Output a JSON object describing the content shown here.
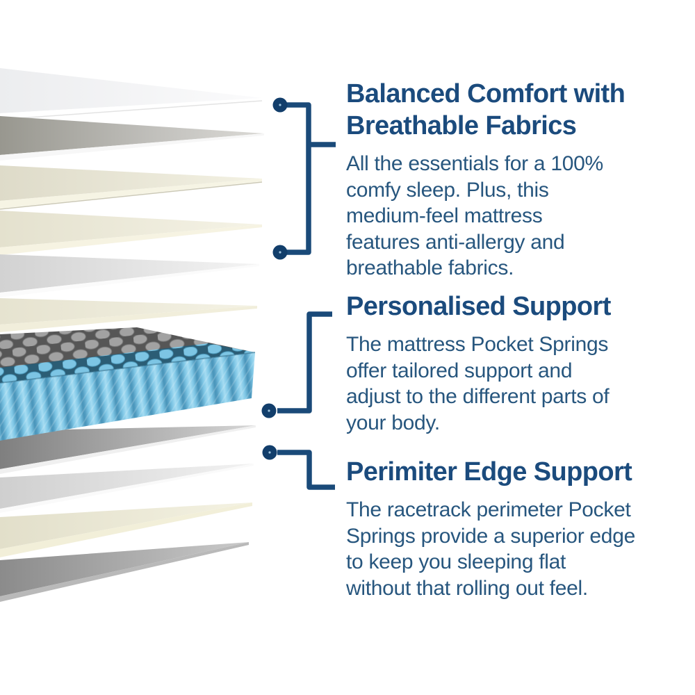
{
  "colors": {
    "background": "#FFFFFF",
    "heading_navy": "#1B4B7D",
    "body_navy": "#27567E",
    "connector_navy": "#1A4A79",
    "dot_navy": "#123E6B",
    "spring_blue": "#7EC6E5",
    "spring_top_gray": "#565656",
    "foam_cream": "#F2EFDE",
    "fabric_gray": "#9B9B9B"
  },
  "sections": [
    {
      "title": "Balanced Comfort with\nBreathable Fabrics",
      "body": "All the essentials for a 100%\ncomfy sleep. Plus, this\nmedium-feel mattress\nfeatures anti-allergy and\nbreathable fabrics."
    },
    {
      "title": "Personalised Support",
      "body": "The mattress Pocket Springs\noffer tailored support and\nadjust to the different parts of\nyour body."
    },
    {
      "title": "Perimiter Edge Support",
      "body": "The racetrack perimeter Pocket\nSprings provide a superior edge\nto keep you sleeping flat\nwithout that rolling out feel."
    }
  ]
}
